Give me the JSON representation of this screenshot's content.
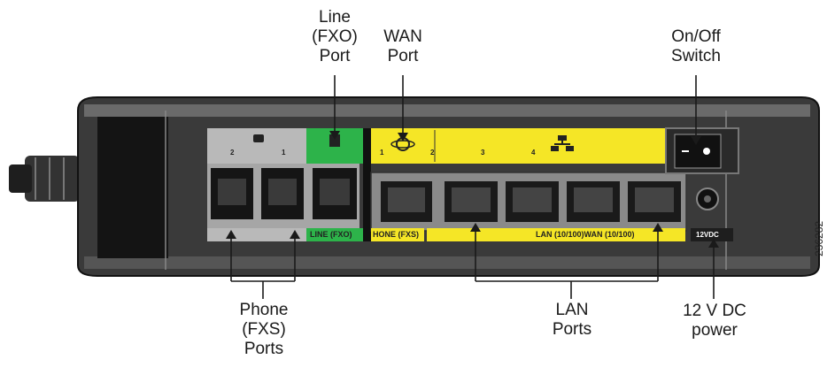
{
  "callouts": {
    "line_fxo": "Line\n(FXO)\nPort",
    "wan": "WAN\nPort",
    "on_off": "On/Off\nSwitch",
    "phone_fxs": "Phone\n(FXS)\nPorts",
    "lan": "LAN\nPorts",
    "dc_power": "12 V DC\npower"
  },
  "panel_labels": {
    "line_fxo_strip": "LINE (FXO)",
    "phone_fxs_strip": "HONE (FXS)",
    "lan_wan_strip": "LAN (10/100)WAN (10/100)",
    "dc_strip": "12VDC",
    "phone_num_2": "2",
    "phone_num_1": "1",
    "lan_num_1": "1",
    "lan_num_2": "2",
    "lan_num_3": "3",
    "lan_num_4": "4"
  },
  "figure_number": "236282",
  "colors": {
    "green": "#2db34a",
    "yellow": "#f5e626",
    "gray_panel": "#b9b9b9",
    "body_dark": "#2a2a2a"
  }
}
